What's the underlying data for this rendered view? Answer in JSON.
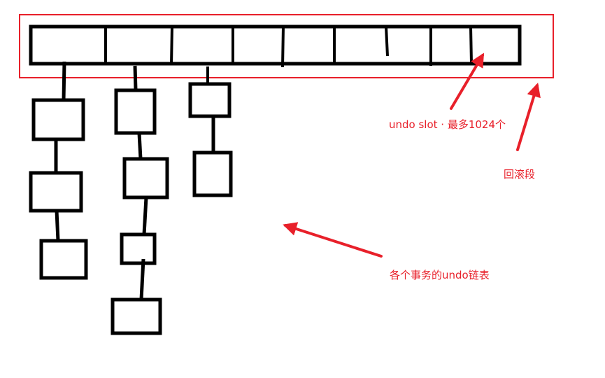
{
  "colors": {
    "ink": "#000000",
    "accent": "#e8202a"
  },
  "annotations": {
    "undo_slot": "undo slot · 最多1024个",
    "rollback_segment": "回滚段",
    "undo_chains": "各个事务的undo链表"
  }
}
